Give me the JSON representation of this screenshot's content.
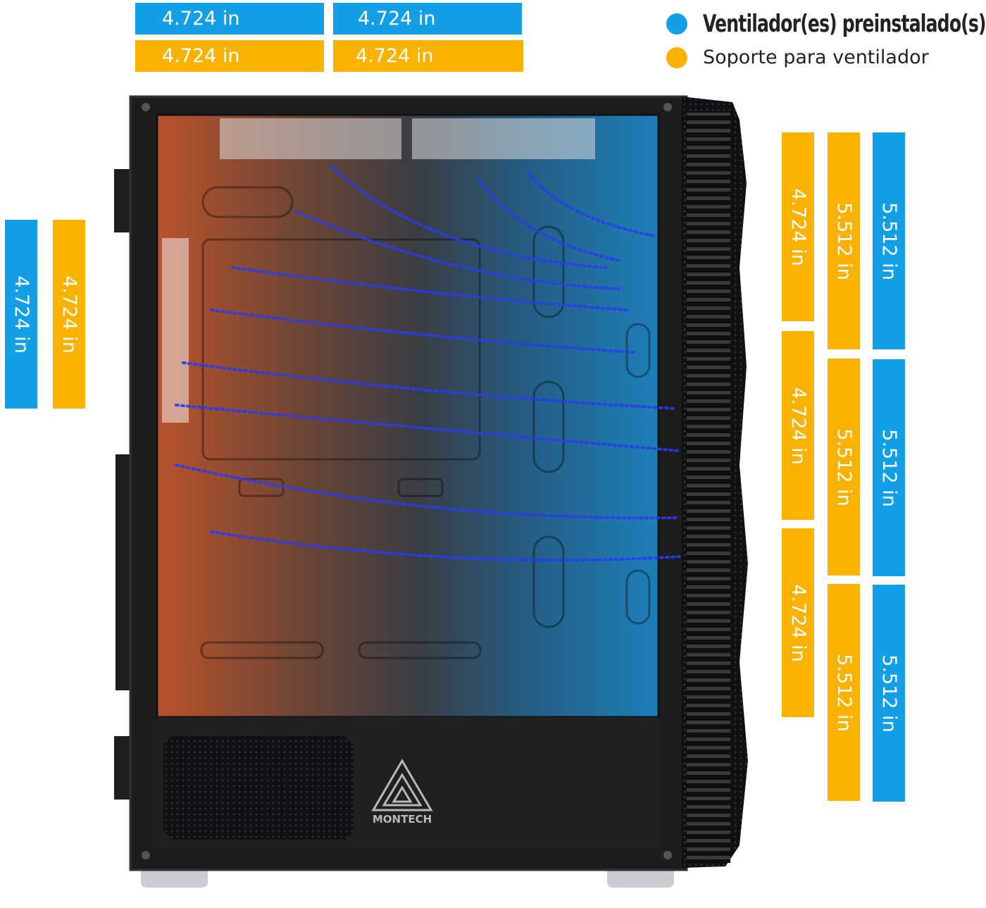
{
  "colors": {
    "preinstalled_fan": "#129fe6",
    "fan_support": "#f9b200",
    "case_body": "#1c1d1f",
    "airflow_dots": "#2a3cf0"
  },
  "legend": {
    "preinstalled": "Ventilador(es) preinstalado(s)",
    "support": "Soporte para ventilador"
  },
  "brand": {
    "logo_text": "MONTECH"
  },
  "top_fans": {
    "preinstalled": [
      "4.724 in",
      "4.724 in"
    ],
    "support": [
      "4.724 in",
      "4.724 in"
    ]
  },
  "rear_fans": {
    "preinstalled": [
      "4.724 in"
    ],
    "support": [
      "4.724 in"
    ]
  },
  "front_fans": {
    "support_120": [
      "4.724 in",
      "4.724 in",
      "4.724 in"
    ],
    "support_140": [
      "5.512 in",
      "5.512 in",
      "5.512 in"
    ],
    "preinstalled_140": [
      "5.512 in",
      "5.512 in",
      "5.512 in"
    ]
  }
}
